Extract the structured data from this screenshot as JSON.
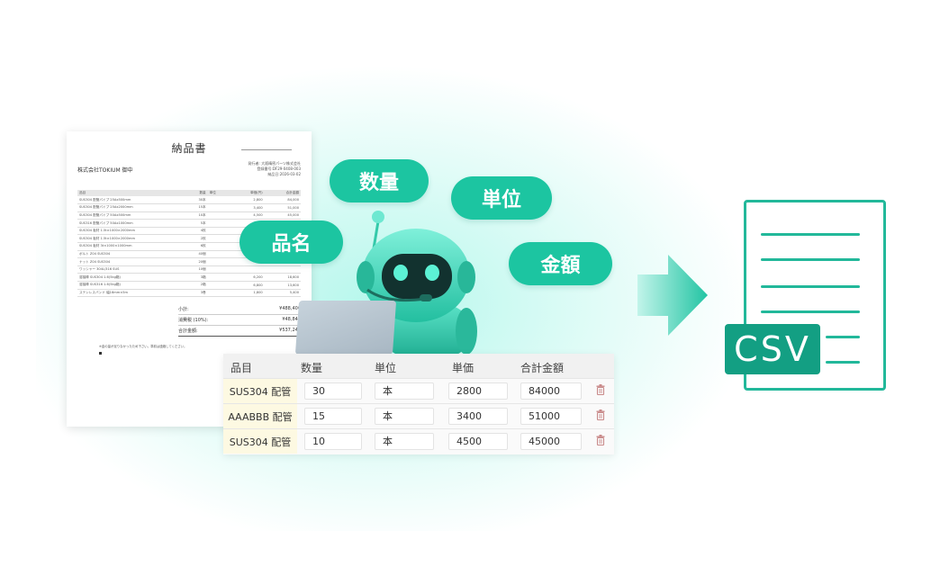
{
  "document": {
    "title": "納品書",
    "customer": "株式会社TOKIUM 御中",
    "issuer_lines": [
      "発行者: 大阪精密パーツ株式会社",
      "登録番号:DF29-0408-003",
      "納品日:2026-03-02"
    ],
    "table_headers": [
      "品目",
      "数量",
      "単位",
      "単価(円)",
      "合計金額"
    ],
    "rows": [
      [
        "SUS304 配管パイプ 25Ax500mm",
        "30本",
        "2,800",
        "84,000"
      ],
      [
        "SUS304 配管パイプ 25Ax2000mm",
        "15本",
        "3,400",
        "51,000"
      ],
      [
        "SUS304 配管パイプ 50Ax500mm",
        "10本",
        "4,500",
        "45,000"
      ],
      [
        "SUS316 配管パイプ 50Ax1000mm",
        "5本",
        "6,800",
        "34,000"
      ],
      [
        "SUS304 板材 1.5t×1000×2000mm",
        "4枚",
        "",
        ""
      ],
      [
        "SUS304 板材 1.5t×1000×2000mm",
        "2枚",
        "",
        ""
      ],
      [
        "SUS304 板材 3t×1000×1000mm",
        "6枚",
        "",
        ""
      ],
      [
        "ボルト Z04 SUS304",
        "40個",
        "",
        ""
      ],
      [
        "ナット Z04 SUS304",
        "20個",
        "",
        ""
      ],
      [
        "ワッシャー 304L/316 SUS",
        "10個",
        "",
        ""
      ],
      [
        "溶接棒 SUS304 1.6(5kg箱)",
        "3箱",
        "6,200",
        "18,600"
      ],
      [
        "溶接棒 SUS316 1.6(5kg箱)",
        "2箱",
        "6,800",
        "13,600"
      ],
      [
        "ステンレスバンド 幅16mm×5m",
        "3巻",
        "1,800",
        "5,400"
      ]
    ],
    "subtotal_label": "小計:",
    "subtotal_value": "¥488,400",
    "tax_label": "消費税 (10%):",
    "tax_value": "¥48,840",
    "total_label": "合計金額:",
    "total_value": "¥537,240",
    "note": "※金の量が足りなかったため下さい。準前は連絡してください。"
  },
  "bubbles": {
    "quantity": "数量",
    "unit": "単位",
    "item": "品名",
    "amount": "金額"
  },
  "table": {
    "headers": [
      "品目",
      "数量",
      "単位",
      "単価",
      "合計金額"
    ],
    "rows": [
      {
        "item": "SUS304 配管",
        "qty": "30",
        "unit": "本",
        "price": "2800",
        "total": "84000"
      },
      {
        "item": "AAABBB 配管",
        "qty": "15",
        "unit": "本",
        "price": "3400",
        "total": "51000"
      },
      {
        "item": "SUS304 配管",
        "qty": "10",
        "unit": "本",
        "price": "4500",
        "total": "45000"
      }
    ]
  },
  "csv": {
    "label": "CSV"
  },
  "icons": {
    "delete": "trash-icon",
    "arrow": "arrow-right-icon",
    "robot": "robot-illustration"
  },
  "colors": {
    "accent": "#1cc5a1",
    "csv_dark": "#139f83",
    "trash": "#c98a8a"
  }
}
